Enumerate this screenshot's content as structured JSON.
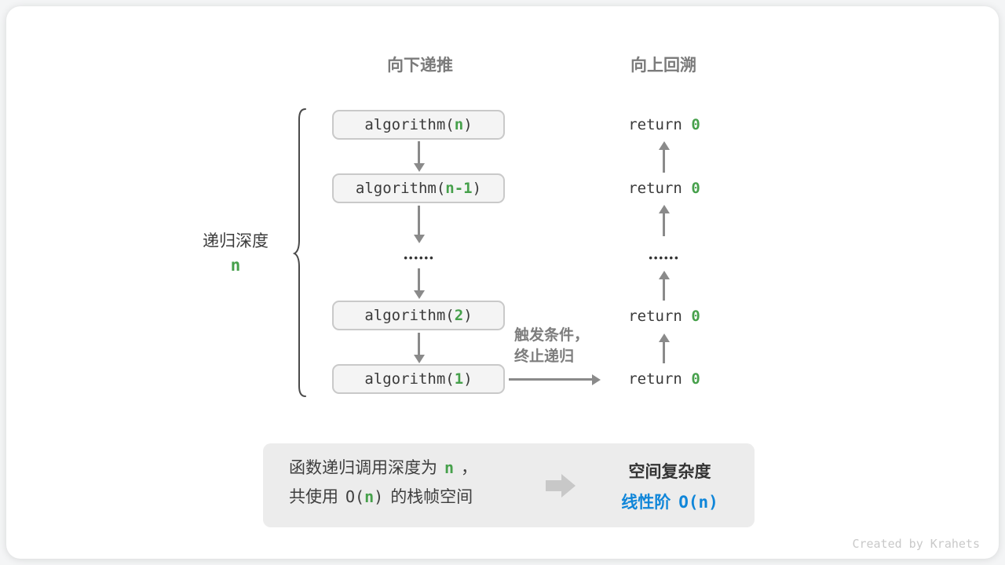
{
  "colors": {
    "green": "#46a04b",
    "blue": "#1086d9",
    "arrow_gray": "#8a8a8a",
    "header_gray": "#7b7b7b",
    "box_fill": "#f4f4f4",
    "summary_fill": "#ececec"
  },
  "headers": {
    "down": "向下递推",
    "up": "向上回溯"
  },
  "depth": {
    "label": "递归深度",
    "value": "n"
  },
  "stack": {
    "calls": [
      {
        "pre": "algorithm(",
        "arg": "n",
        "post": ")"
      },
      {
        "pre": "algorithm(",
        "arg": "n-1",
        "post": ")"
      },
      {
        "pre": "algorithm(",
        "arg": "2",
        "post": ")"
      },
      {
        "pre": "algorithm(",
        "arg": "1",
        "post": ")"
      }
    ],
    "ellipsis": "••••••"
  },
  "returns": {
    "items": [
      {
        "kw": "return ",
        "val": "0"
      },
      {
        "kw": "return ",
        "val": "0"
      },
      {
        "kw": "return ",
        "val": "0"
      },
      {
        "kw": "return ",
        "val": "0"
      }
    ],
    "ellipsis": "••••••"
  },
  "base_case_note": {
    "line1": "触发条件，",
    "line2": "终止递归"
  },
  "summary": {
    "line1_pre": "函数递归调用深度为",
    "line1_var": "n",
    "line1_post": "，",
    "line2_pre": "共使用",
    "line2_code_open": "O(",
    "line2_var": "n",
    "line2_code_close": ")",
    "line2_post": "的栈帧空间",
    "result_title": "空间复杂度",
    "result_label": "线性阶",
    "result_value": "O(n)"
  },
  "watermark": "Created by Krahets"
}
